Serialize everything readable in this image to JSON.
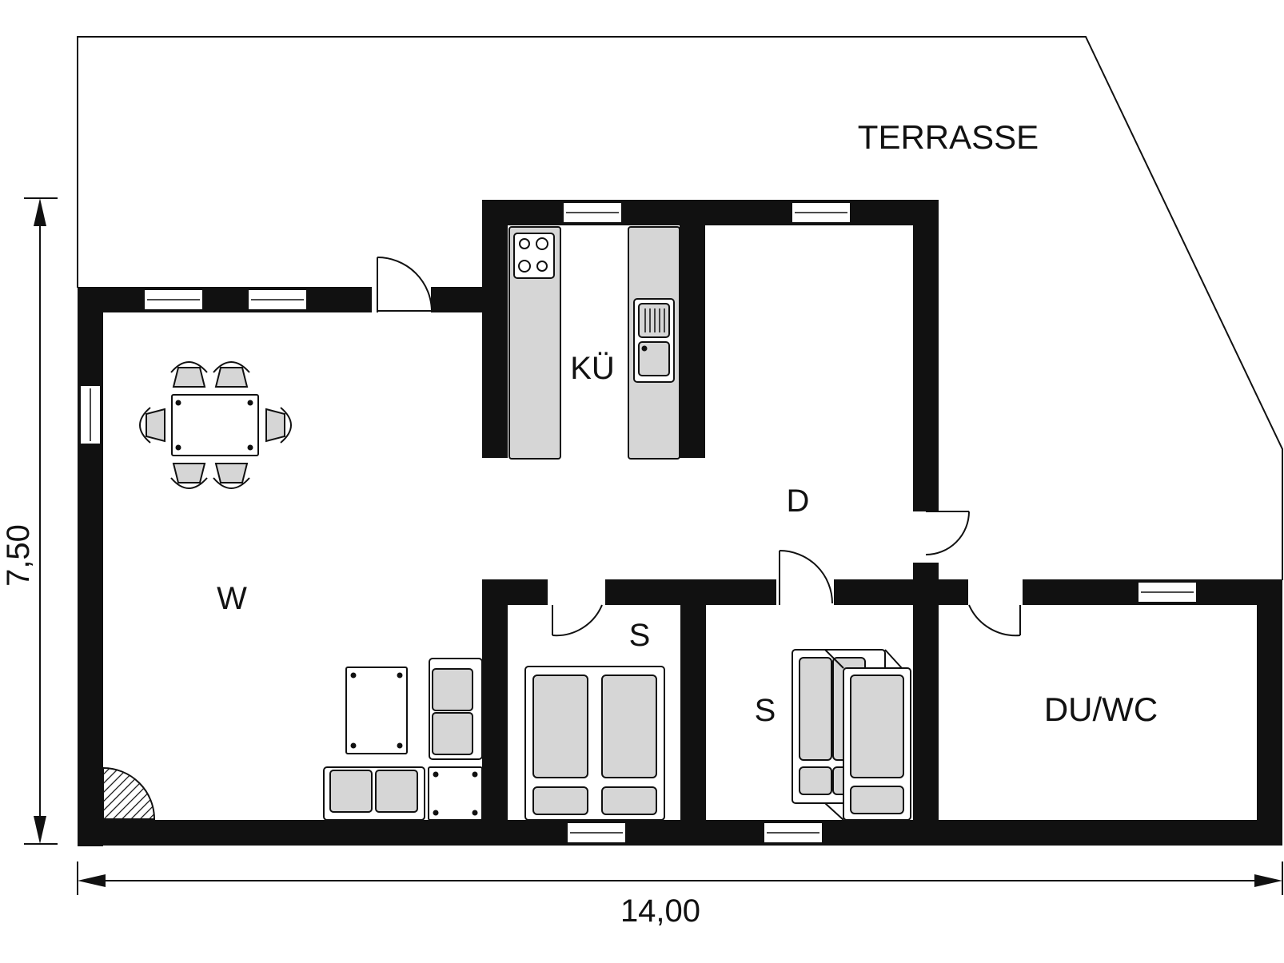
{
  "rooms": {
    "terrasse": "TERRASSE",
    "kitchen": "KÜ",
    "living": "W",
    "hall": "D",
    "bedroom1": "S",
    "bedroom2": "S",
    "bathroom": "DU/WC"
  },
  "dimensions": {
    "width": "14,00",
    "height": "7,50"
  },
  "colors": {
    "wall": "#111111",
    "furniture_fill": "#d6d6d6",
    "background": "#ffffff"
  }
}
